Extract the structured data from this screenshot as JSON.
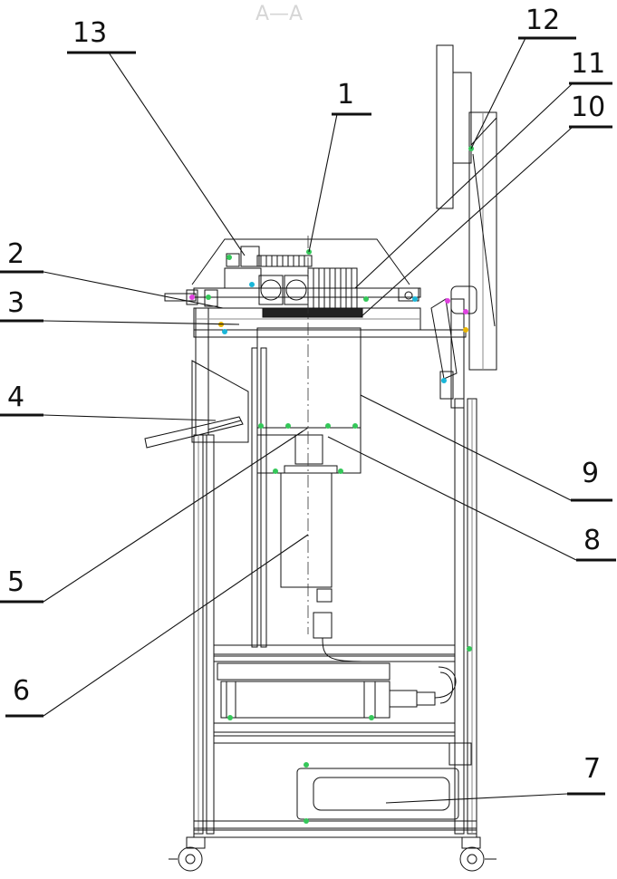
{
  "view_title": "A—A",
  "callouts": [
    {
      "id": "13",
      "label": "13"
    },
    {
      "id": "12",
      "label": "12"
    },
    {
      "id": "1",
      "label": "1"
    },
    {
      "id": "11",
      "label": "11"
    },
    {
      "id": "10",
      "label": "10"
    },
    {
      "id": "2",
      "label": "2"
    },
    {
      "id": "3",
      "label": "3"
    },
    {
      "id": "4",
      "label": "4"
    },
    {
      "id": "9",
      "label": "9"
    },
    {
      "id": "8",
      "label": "8"
    },
    {
      "id": "5",
      "label": "5"
    },
    {
      "id": "6",
      "label": "6"
    },
    {
      "id": "7",
      "label": "7"
    }
  ],
  "colors": {
    "line": "#111111",
    "accent_green": "#34c759",
    "accent_magenta": "#e040e0",
    "accent_cyan": "#19b6d8",
    "title_grey": "#d6d6d6"
  }
}
